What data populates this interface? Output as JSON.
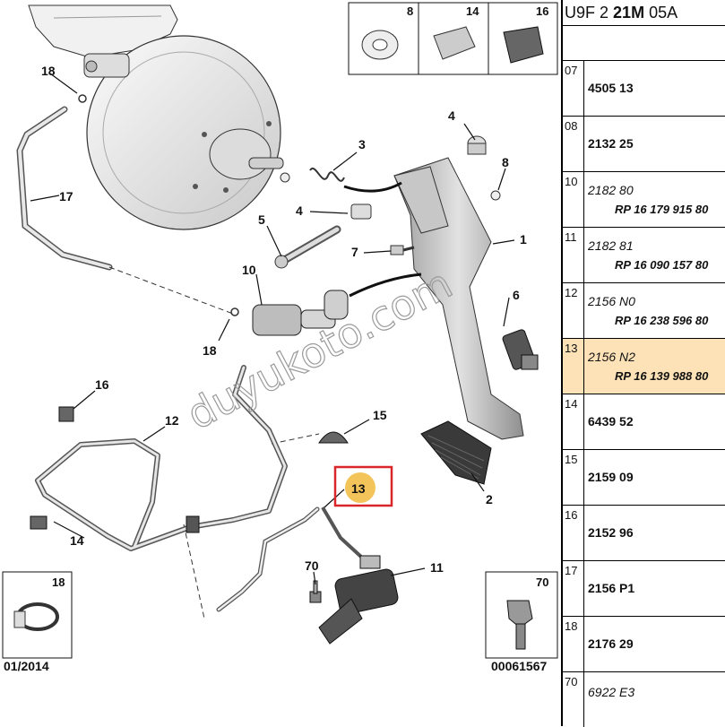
{
  "header": {
    "code_a": "U9F 2",
    "code_b": "21M",
    "code_c": "05A"
  },
  "callouts": {
    "c1": "1",
    "c2": "2",
    "c3": "3",
    "c4a": "4",
    "c4b": "4",
    "c5": "5",
    "c6": "6",
    "c7": "7",
    "c8": "8",
    "c10": "10",
    "c11": "11",
    "c12": "12",
    "c13": "13",
    "c14": "14",
    "c15": "15",
    "c16": "16",
    "c17": "17",
    "c18a": "18",
    "c18b": "18",
    "c70": "70"
  },
  "inset_boxes": {
    "b8": "8",
    "b14": "14",
    "b16": "16",
    "b18": "18",
    "b70": "70"
  },
  "footer": {
    "date": "01/2014",
    "doc_number": "00061567"
  },
  "watermark": "duyukoto.com",
  "highlight": {
    "color": "#d9262b",
    "badge_color": "#f2c45a"
  },
  "parts_list": [
    {
      "index": "07",
      "ref": "4505 13",
      "sub": "",
      "style": "bold"
    },
    {
      "index": "08",
      "ref": "2132 25",
      "sub": "",
      "style": "bold"
    },
    {
      "index": "10",
      "ref": "2182 80",
      "sub": "RP 16 179 915 80",
      "style": "italic"
    },
    {
      "index": "11",
      "ref": "2182 81",
      "sub": "RP 16 090 157 80",
      "style": "italic"
    },
    {
      "index": "12",
      "ref": "2156 N0",
      "sub": "RP 16 238 596 80",
      "style": "italic"
    },
    {
      "index": "13",
      "ref": "2156 N2",
      "sub": "RP 16 139 988 80",
      "style": "italic",
      "selected": true
    },
    {
      "index": "14",
      "ref": "6439 52",
      "sub": "",
      "style": "bold"
    },
    {
      "index": "15",
      "ref": "2159 09",
      "sub": "",
      "style": "bold"
    },
    {
      "index": "16",
      "ref": "2152 96",
      "sub": "",
      "style": "bold"
    },
    {
      "index": "17",
      "ref": "2156 P1",
      "sub": "",
      "style": "bold"
    },
    {
      "index": "18",
      "ref": "2176 29",
      "sub": "",
      "style": "bold"
    },
    {
      "index": "70",
      "ref": "6922 E3",
      "sub": "",
      "style": "italic"
    }
  ]
}
